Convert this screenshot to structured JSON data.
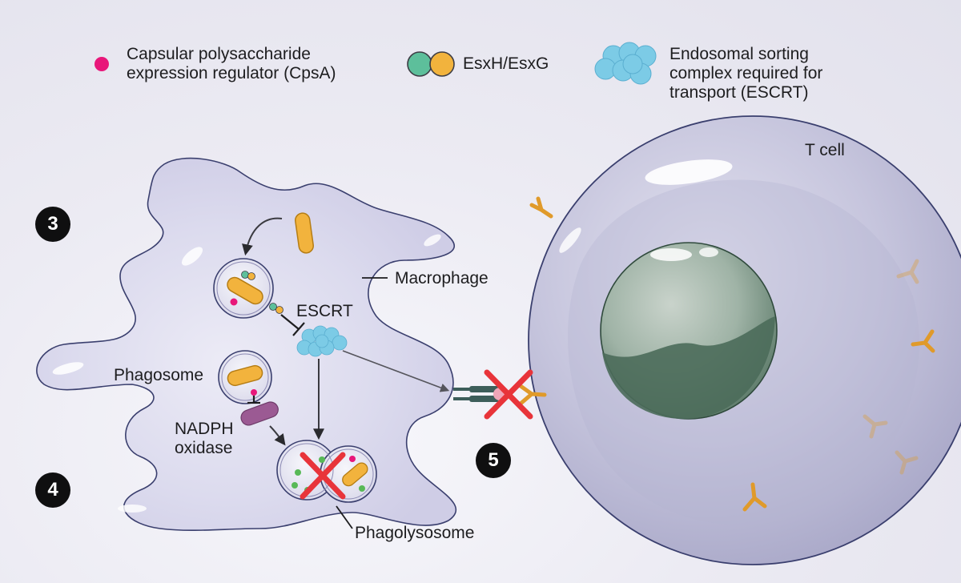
{
  "legend": {
    "items": [
      {
        "lines": [
          "Capsular polysaccharide",
          "expression regulator (CpsA)"
        ],
        "icon": "magenta-dot-icon",
        "color": "#e8177a"
      },
      {
        "lines": [
          "EsxH/EsxG"
        ],
        "icon": "esxh-esxg-pair-icon",
        "colors": [
          "#5dbf9b",
          "#f2b33d"
        ]
      },
      {
        "lines": [
          "Endosomal sorting",
          "complex required for",
          "transport (ESCRT)"
        ],
        "icon": "escrt-cluster-icon",
        "color": "#7ccbe6"
      }
    ]
  },
  "labels": {
    "t_cell": "T cell",
    "macrophage": "Macrophage",
    "escrt": "ESCRT",
    "phagosome": "Phagosome",
    "nadph_line1": "NADPH",
    "nadph_line2": "oxidase",
    "phagolysosome": "Phagolysosome"
  },
  "steps": {
    "step3": "3",
    "step4": "4",
    "step5": "5"
  },
  "colors": {
    "cpsa": "#e8177a",
    "esxh": "#5dbf9b",
    "esxg": "#f2b33d",
    "escrt": "#7ccbe6",
    "bacterium": "#f2b33d",
    "nadph_oxidase": "#9b5a93",
    "inhibition_cross": "#e8343a",
    "receptor": "#f0b440",
    "t_cell_body": "#b8b7d2",
    "nucleus": "#5f7e6c"
  }
}
